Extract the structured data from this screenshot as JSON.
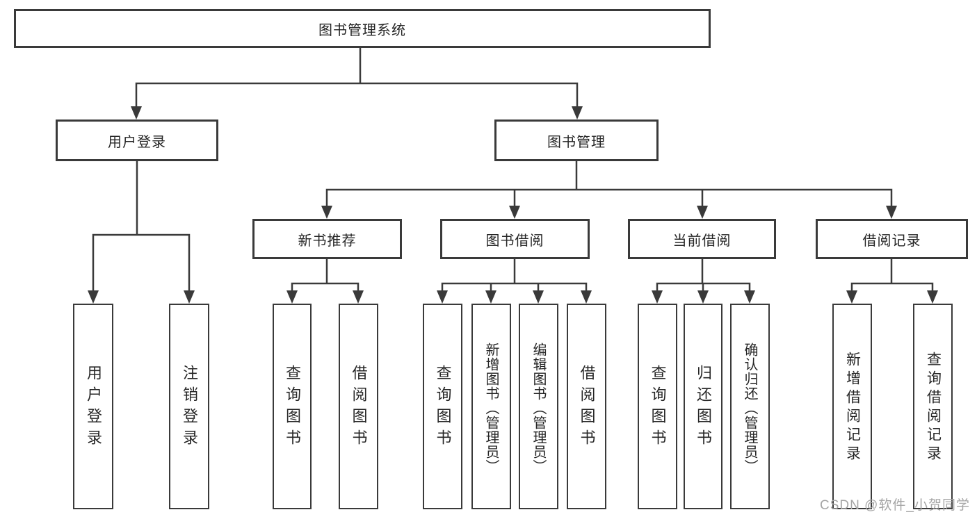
{
  "nodes": {
    "root": "图书管理系统",
    "user_login": "用户登录",
    "book_mgmt": "图书管理",
    "new_book_rec": "新书推荐",
    "book_borrow": "图书借阅",
    "current_borrow": "当前借阅",
    "borrow_records": "借阅记录",
    "ul_login": "用户登录",
    "ul_logout": "注销登录",
    "nb_query": "查询图书",
    "nb_borrow": "借阅图书",
    "bb_query": "查询图书",
    "bb_add": "新增图书（管理员）",
    "bb_edit": "编辑图书（管理员）",
    "bb_borrow": "借阅图书",
    "cb_query": "查询图书",
    "cb_return": "归还图书",
    "cb_confirm": "确认归还（管理员）",
    "br_add": "新增借阅记录",
    "br_query": "查询借阅记录"
  },
  "hierarchy": {
    "root": "图书管理系统",
    "children": [
      {
        "label": "用户登录",
        "children": [
          "用户登录",
          "注销登录"
        ]
      },
      {
        "label": "图书管理",
        "children": [
          {
            "label": "新书推荐",
            "children": [
              "查询图书",
              "借阅图书"
            ]
          },
          {
            "label": "图书借阅",
            "children": [
              "查询图书",
              "新增图书（管理员）",
              "编辑图书（管理员）",
              "借阅图书"
            ]
          },
          {
            "label": "当前借阅",
            "children": [
              "查询图书",
              "归还图书",
              "确认归还（管理员）"
            ]
          },
          {
            "label": "借阅记录",
            "children": [
              "新增借阅记录",
              "查询借阅记录"
            ]
          }
        ]
      }
    ]
  },
  "watermark": {
    "text": "CSDN @软件_小贺同学"
  },
  "colors": {
    "line": "#3a3a3a",
    "box_border": "#3a3a3a",
    "text": "#262626",
    "background": "#ffffff",
    "watermark": "#a5a5a5"
  }
}
